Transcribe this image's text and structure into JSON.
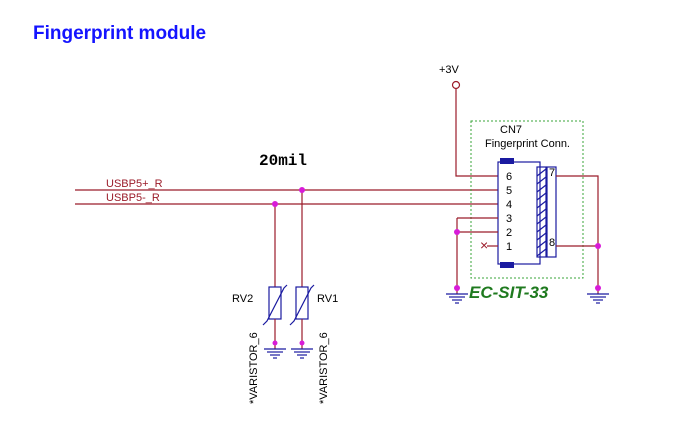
{
  "title": "Fingerprint module",
  "trace_width_note": "20mil",
  "power": {
    "label": "+3V"
  },
  "connector": {
    "ref": "CN7",
    "name": "Fingerprint Conn.",
    "part_number": "EC-SIT-33",
    "pins": [
      "6",
      "5",
      "4",
      "3",
      "2",
      "1"
    ],
    "mount_pins": [
      "7",
      "8"
    ],
    "no_connect_mark": "×"
  },
  "nets": {
    "usb_plus": "USBP5+_R",
    "usb_minus": "USBP5-_R"
  },
  "varistors": [
    {
      "ref": "RV2",
      "value": "*VARISTOR_6"
    },
    {
      "ref": "RV1",
      "value": "*VARISTOR_6"
    }
  ],
  "colors": {
    "title": "#1414ff",
    "wire": "#9b1c2a",
    "component": "#1a1aa0",
    "junction": "#d81bd8",
    "part_number": "#1f7a1f",
    "outline": "#3aa63a"
  }
}
